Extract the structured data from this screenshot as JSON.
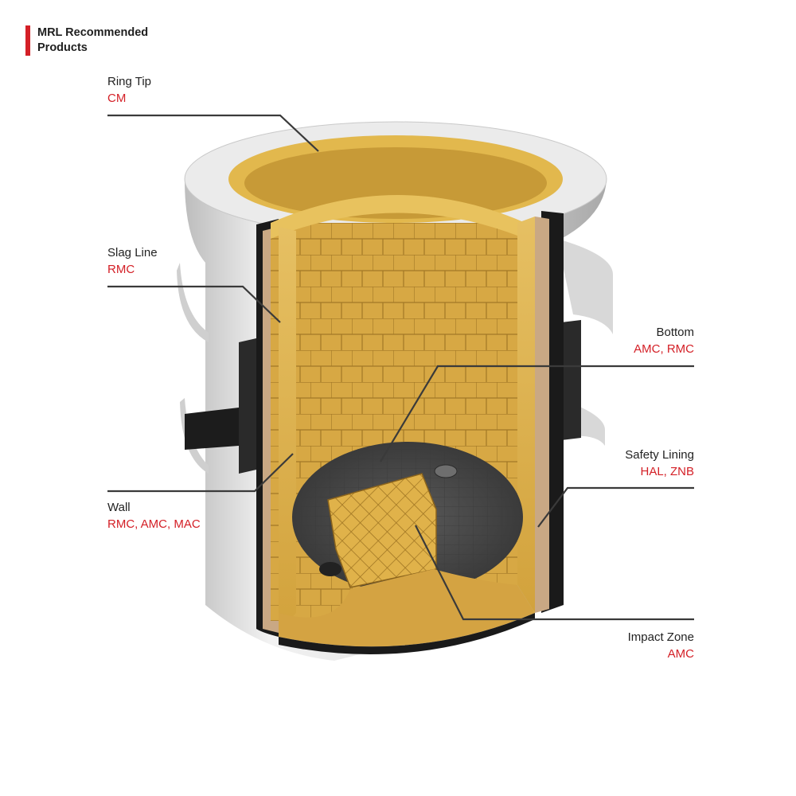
{
  "header": {
    "title": "MRL Recommended\nProducts",
    "accent_color": "#d42027"
  },
  "callouts": [
    {
      "id": "ring-tip",
      "label": "Ring Tip",
      "products": "CM"
    },
    {
      "id": "slag-line",
      "label": "Slag Line",
      "products": "RMC"
    },
    {
      "id": "wall",
      "label": "Wall",
      "products": "RMC, AMC, MAC"
    },
    {
      "id": "bottom",
      "label": "Bottom",
      "products": "AMC, RMC"
    },
    {
      "id": "safety-lining",
      "label": "Safety Lining",
      "products": "HAL, ZNB"
    },
    {
      "id": "impact-zone",
      "label": "Impact Zone",
      "products": "AMC"
    }
  ],
  "colors": {
    "label_text": "#222222",
    "product_text": "#d42027",
    "leader_line": "#3a3a3a",
    "brick": "#e2b64a",
    "shell": "#e6e6e6",
    "floor": "#4a4a4a"
  }
}
